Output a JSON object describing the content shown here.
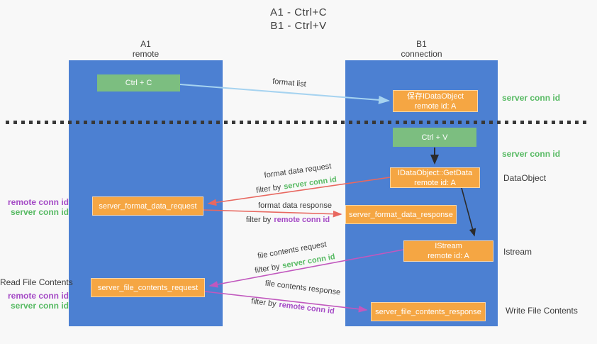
{
  "title": {
    "line1": "A1 - Ctrl+C",
    "line2": "B1 - Ctrl+V"
  },
  "lifelines": {
    "left": {
      "title": "A1",
      "subtitle": "remote"
    },
    "right": {
      "title": "B1",
      "subtitle": "connection"
    }
  },
  "boxes": {
    "ctrl_c": {
      "label": "Ctrl + C"
    },
    "save_idataobject": {
      "line1": "保存IDataObject",
      "line2": "remote id: A"
    },
    "ctrl_v": {
      "label": "Ctrl + V"
    },
    "idataobject_getdata": {
      "line1": "IDataObject::GetData",
      "line2": "remote id: A"
    },
    "server_format_data_request": {
      "label": "server_format_data_request"
    },
    "server_format_data_response": {
      "label": "server_format_data_response"
    },
    "istream": {
      "line1": "IStream",
      "line2": "remote id: A"
    },
    "server_file_contents_request": {
      "label": "server_file_contents_request"
    },
    "server_file_contents_response": {
      "label": "server_file_contents_response"
    }
  },
  "arrow_labels": {
    "format_list": "format list",
    "format_data_request": "format data request",
    "format_data_response": "format data response",
    "file_contents_request": "file contents request",
    "file_contents_response": "file contents response",
    "filter_by": "filter by",
    "server_conn_id": "server conn id",
    "remote_conn_id": "remote conn id"
  },
  "side_labels": {
    "server_conn_id_top": "server conn id",
    "server_conn_id_mid": "server conn id",
    "dataobject": "DataObject",
    "istream": "Istream",
    "write_file_contents": "Write File Contents",
    "read_file_contents": "Read File Contents",
    "remote_conn_id": "remote conn id",
    "server_conn_id": "server conn id"
  },
  "colors": {
    "lifeline_blue": "#4C80D2",
    "box_green": "#7CBE80",
    "box_orange": "#F5A643",
    "text_green": "#57BA63",
    "text_purple": "#A54BC6",
    "arrow_red": "#E86860",
    "arrow_magenta": "#C158BE",
    "arrow_lightblue": "#A6D3F0",
    "arrow_black": "#2B2B2B",
    "background": "#F8F8F8",
    "text_dark": "#3C3C3C"
  }
}
